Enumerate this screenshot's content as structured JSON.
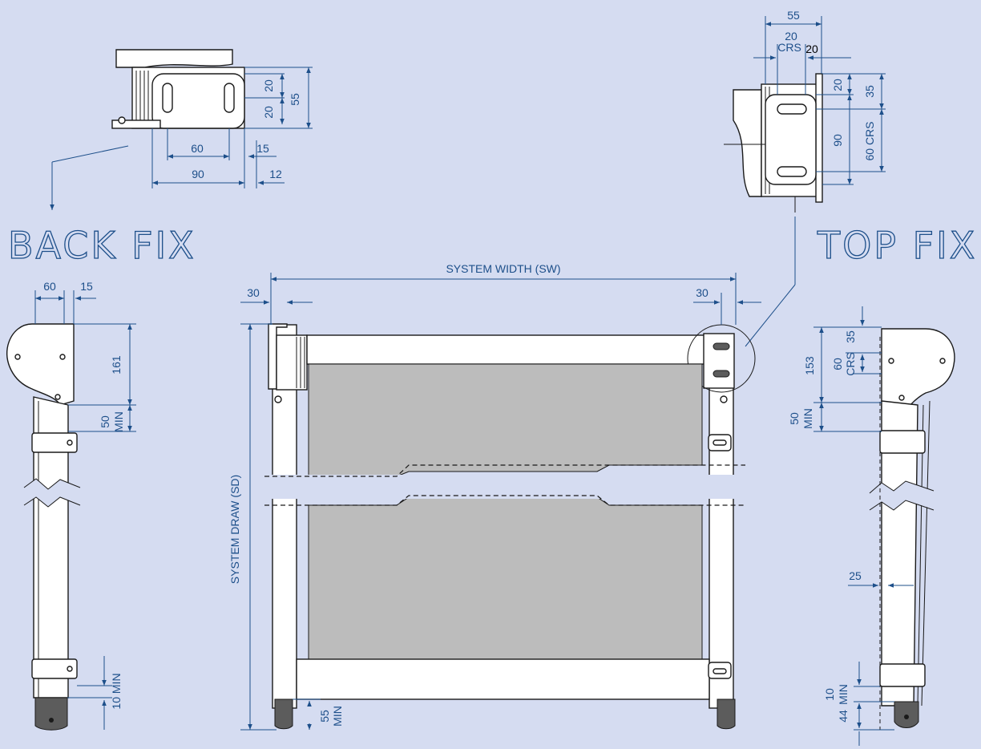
{
  "titles": {
    "back_fix": "BACK FIX",
    "top_fix": "TOP FIX"
  },
  "labels": {
    "system_width": "SYSTEM WIDTH (SW)",
    "system_draw": "SYSTEM DRAW (SD)"
  },
  "back_fix_detail": {
    "d20_top": "20",
    "d20_bottom": "20",
    "d55": "55",
    "d60": "60",
    "d90": "90",
    "d15": "15",
    "d12": "12"
  },
  "top_fix_detail": {
    "d55": "55",
    "d20_crs_a": "20",
    "crs": "CRS",
    "d20_crs_b": "20",
    "d20": "20",
    "d35": "35",
    "d90": "90",
    "d60_crs": "60 CRS"
  },
  "left_side": {
    "d60": "60",
    "d15": "15",
    "d161": "161",
    "d50": "50",
    "min_a": "MIN",
    "d10_min": "10 MIN"
  },
  "front": {
    "d30_left": "30",
    "d30_right": "30",
    "d55": "55",
    "min": "MIN"
  },
  "right_side": {
    "d153": "153",
    "d60": "60",
    "crs": "CRS",
    "d35": "35",
    "d50": "50",
    "min_a": "MIN",
    "d25": "25",
    "d10": "10",
    "min_b": "MIN",
    "d44": "44"
  },
  "colors": {
    "background": "#d5dcf1",
    "dimension": "#1d4f8a",
    "fabric": "#bcbcbc",
    "outline": "#1a1a1a"
  }
}
